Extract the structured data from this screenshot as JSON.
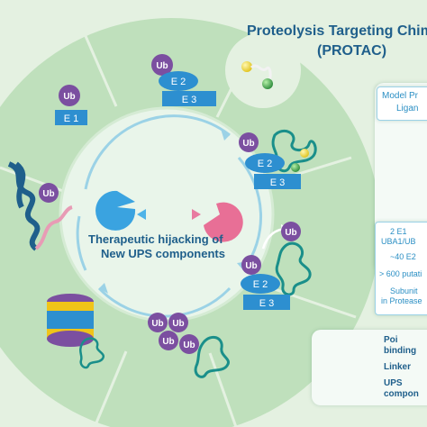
{
  "header": {
    "title_line1": "Proteolysis Targeting Chim",
    "title_line2": "(PROTAC)"
  },
  "wheel": {
    "center_line1": "Therapeutic hijacking of",
    "center_line2": "New UPS components",
    "labels": {
      "ub": "Ub",
      "e1": "E 1",
      "e2": "E 2",
      "e3": "E 3"
    }
  },
  "side_panel": {
    "model_title_line1": "Model Pr",
    "model_title_line2": "Ligan",
    "stats": {
      "line1": "2 E1",
      "line2": "UBA1/UB",
      "line3": "~40 E2",
      "line4": "> 600 putati",
      "line5": "Subunit",
      "line6": "in Protease"
    }
  },
  "legend": {
    "poi_line1": "Poi",
    "poi_line2": "binding",
    "linker": "Linker",
    "ups_line1": "UPS",
    "ups_line2": "compon"
  },
  "colors": {
    "background": "#e4f1e1",
    "wheel": "#bfe0bc",
    "center": "#e9f5ea",
    "ub_purple": "#7b4fa0",
    "enzyme_blue": "#2d8fd0",
    "title_blue": "#1f5f8b"
  }
}
